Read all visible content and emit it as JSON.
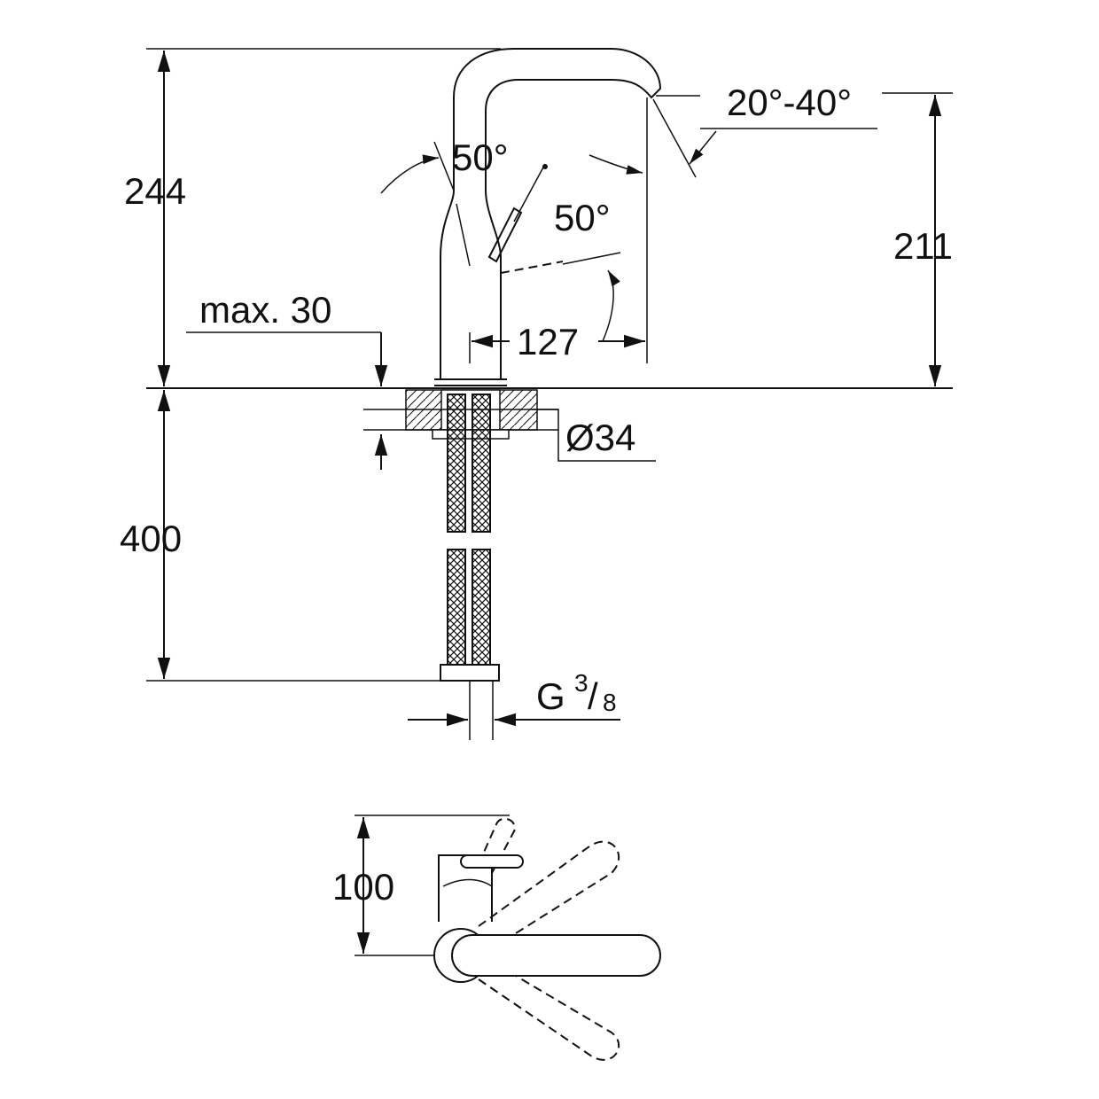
{
  "dimensions": {
    "total_height": "244",
    "spout_height": "211",
    "spout_angle": "20°-40°",
    "lever_angle_1": "50°",
    "lever_angle_2": "50°",
    "max_deck_thickness": "max. 30",
    "spout_reach": "127",
    "hole_diameter": "Ø34",
    "hose_length": "400",
    "connection_prefix": "G",
    "connection_num": "3",
    "connection_den": "8",
    "top_view_depth": "100"
  },
  "colors": {
    "line": "#111111",
    "background": "#ffffff"
  }
}
